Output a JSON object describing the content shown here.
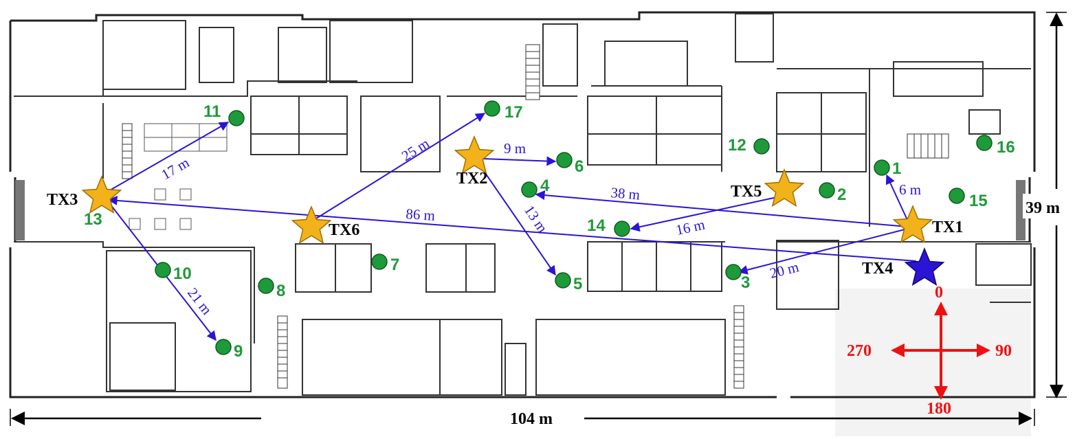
{
  "colors": {
    "wall": "#222222",
    "point": "#1f9a3a",
    "point_stroke": "#0d5a1f",
    "label_green": "#1f9a3a",
    "arrow": "#2b14d6",
    "tx_star": "#f2b21a",
    "tx_star_stroke": "#a56c00",
    "tx4_star": "#2b14d6",
    "compass": "#ee1111",
    "compass_panel": "#f3f3f3"
  },
  "points": {
    "p1": "1",
    "p2": "2",
    "p3": "3",
    "p4": "4",
    "p5": "5",
    "p6": "6",
    "p7": "7",
    "p8": "8",
    "p9": "9",
    "p10": "10",
    "p11": "11",
    "p12": "12",
    "p13": "13",
    "p14": "14",
    "p15": "15",
    "p16": "16",
    "p17": "17"
  },
  "transmitters": {
    "tx1": "TX1",
    "tx2": "TX2",
    "tx3": "TX3",
    "tx4": "TX4",
    "tx5": "TX5",
    "tx6": "TX6"
  },
  "distances": {
    "d_tx3_11": "17 m",
    "d_tx6_17": "25 m",
    "d_tx2_6": "9 m",
    "d_tx2_5": "13 m",
    "d_tx3_9": "21 m",
    "d_tx4_tx3": "86 m",
    "d_tx1_4": "38 m",
    "d_tx5_14": "16 m",
    "d_tx1_3": "20 m",
    "d_tx1_1": "6 m"
  },
  "compass": {
    "north": "0",
    "east": "90",
    "south": "180",
    "west": "270"
  },
  "dimensions": {
    "width": "104 m",
    "height": "39 m"
  }
}
